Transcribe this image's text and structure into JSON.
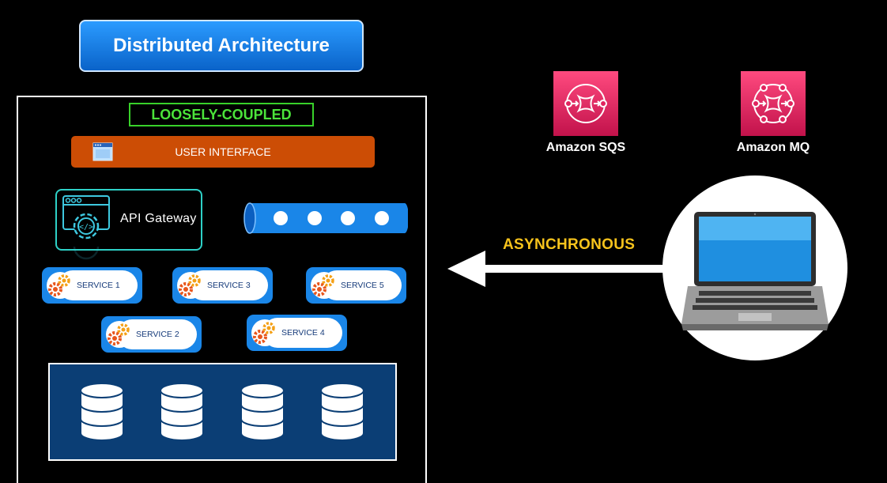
{
  "title": "Distributed Architecture",
  "container_label": "LOOSELY-COUPLED",
  "user_interface": "USER INTERFACE",
  "api_gateway": "API Gateway",
  "services": [
    "SERVICE 1",
    "SERVICE 3",
    "SERVICE 5",
    "SERVICE 2",
    "SERVICE 4"
  ],
  "databases_count": 4,
  "message_brokers": [
    {
      "name": "Amazon SQS",
      "icon": "queue-icon"
    },
    {
      "name": "Amazon MQ",
      "icon": "broker-icon"
    }
  ],
  "communication": "ASYNCHRONOUS",
  "client_icon": "laptop-icon",
  "colors": {
    "title_blue": "#1a7fe6",
    "loosely_green": "#38d12a",
    "ui_orange": "#cc4d05",
    "api_teal": "#2ed1c7",
    "service_blue": "#1a86e8",
    "db_panel": "#0b3e75",
    "aws_pink": "#e0245e",
    "async_yellow": "#f7c31c"
  }
}
